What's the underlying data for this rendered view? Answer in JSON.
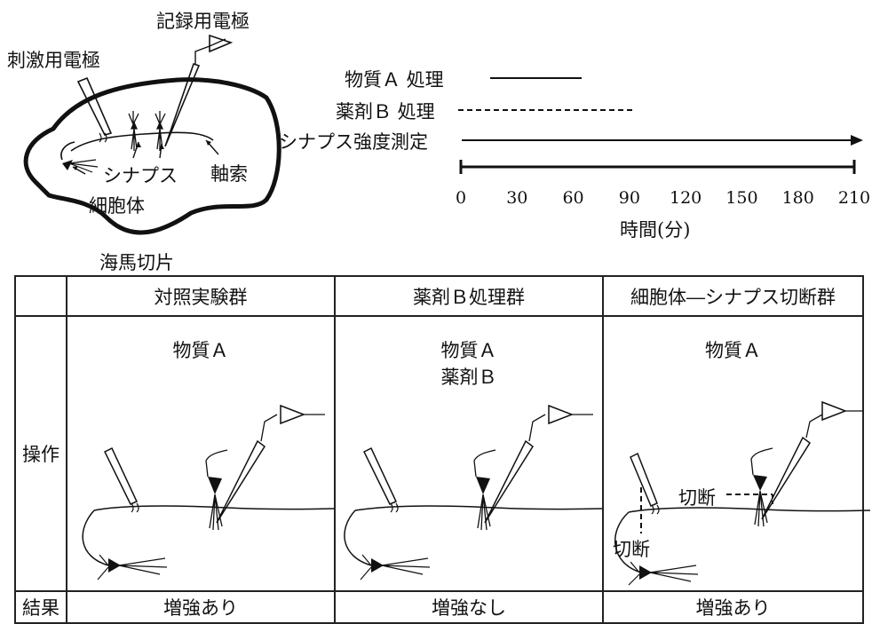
{
  "slice": {
    "record_electrode": "記録用電極",
    "stim_electrode": "刺激用電極",
    "synapse": "シナプス",
    "axon": "軸索",
    "cell_body": "細胞体",
    "slice_name": "海馬切片"
  },
  "timeline": {
    "substance_a": "物質Ａ 処理",
    "drug_b": "薬剤Ｂ 処理",
    "measure": "シナプス強度測定",
    "ticks": [
      "0",
      "30",
      "60",
      "90",
      "120",
      "150",
      "180",
      "210"
    ],
    "axis_label": "時間(分)"
  },
  "table": {
    "headers": [
      "対照実験群",
      "薬剤Ｂ処理群",
      "細胞体―シナプス切断群"
    ],
    "row_op": "操作",
    "row_result": "結果",
    "op_texts": [
      {
        "line1": "物質Ａ",
        "line2": ""
      },
      {
        "line1": "物質Ａ",
        "line2": "薬剤Ｂ"
      },
      {
        "line1": "物質Ａ",
        "line2": ""
      }
    ],
    "cut_label": "切断",
    "results": [
      "増強あり",
      "増強なし",
      "増強あり"
    ]
  }
}
